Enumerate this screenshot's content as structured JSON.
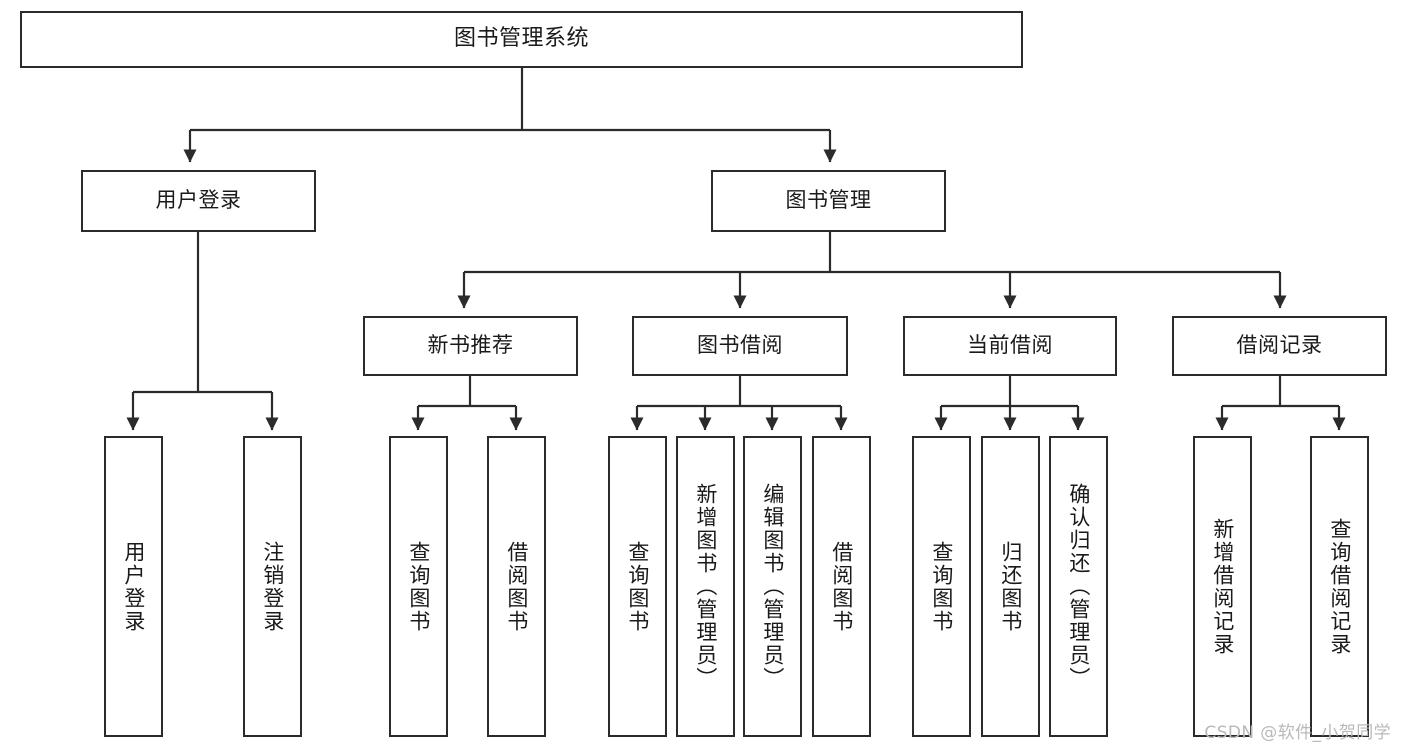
{
  "diagram": {
    "type": "tree-hierarchy",
    "title": "图书管理系统",
    "watermark": "CSDN @软件_小贺同学",
    "colors": {
      "stroke": "#2b2b2b",
      "fill": "#ffffff",
      "text": "#1a1a1a",
      "watermark": "#b9b9b9"
    },
    "nodes": {
      "root": {
        "label": "图书管理系统"
      },
      "level2": [
        {
          "id": "user-login",
          "label": "用户登录"
        },
        {
          "id": "book-management",
          "label": "图书管理"
        }
      ],
      "level3": [
        {
          "id": "new-book-recommend",
          "label": "新书推荐"
        },
        {
          "id": "book-borrow",
          "label": "图书借阅"
        },
        {
          "id": "current-borrow",
          "label": "当前借阅"
        },
        {
          "id": "borrow-record",
          "label": "借阅记录"
        }
      ],
      "leaves": {
        "user-login": [
          {
            "id": "leaf-user-login",
            "label": "用户登录"
          },
          {
            "id": "leaf-logout",
            "label": "注销登录"
          }
        ],
        "new-book-recommend": [
          {
            "id": "leaf-query-book-1",
            "label": "查询图书"
          },
          {
            "id": "leaf-borrow-book-1",
            "label": "借阅图书"
          }
        ],
        "book-borrow": [
          {
            "id": "leaf-query-book-2",
            "label": "查询图书"
          },
          {
            "id": "leaf-add-book-admin",
            "label": "新增图书（管理员）"
          },
          {
            "id": "leaf-edit-book-admin",
            "label": "编辑图书（管理员）"
          },
          {
            "id": "leaf-borrow-book-2",
            "label": "借阅图书"
          }
        ],
        "current-borrow": [
          {
            "id": "leaf-query-book-3",
            "label": "查询图书"
          },
          {
            "id": "leaf-return-book",
            "label": "归还图书"
          },
          {
            "id": "leaf-confirm-return-admin",
            "label": "确认归还（管理员）"
          }
        ],
        "borrow-record": [
          {
            "id": "leaf-add-record",
            "label": "新增借阅记录"
          },
          {
            "id": "leaf-query-record",
            "label": "查询借阅记录"
          }
        ]
      }
    }
  }
}
